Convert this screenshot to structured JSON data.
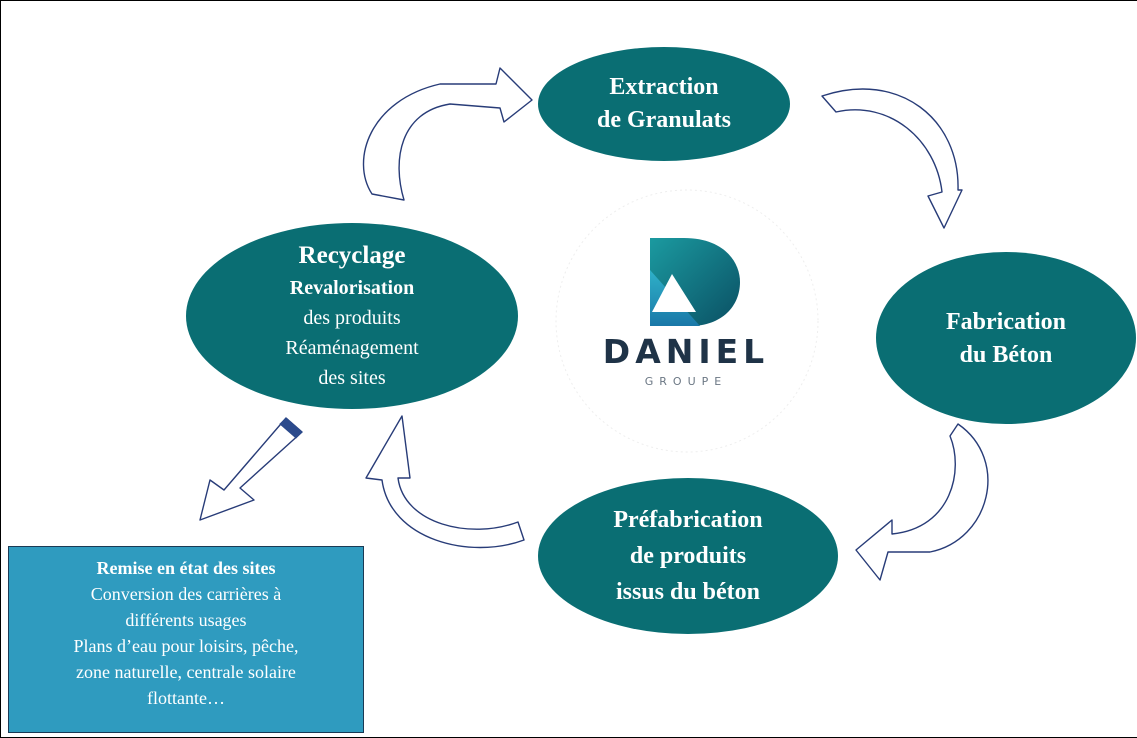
{
  "colors": {
    "ellipse_fill": "#0a6e73",
    "box_fill": "#2f9bbf",
    "arrow_stroke": "#283c78",
    "logo_dark": "#1f3347",
    "logo_teal": "#1b9aa0"
  },
  "nodes": {
    "extraction": {
      "line1": "Extraction",
      "line2": "de Granulats"
    },
    "fabrication": {
      "line1": "Fabrication",
      "line2": "du Béton"
    },
    "prefab": {
      "line1": "Préfabrication",
      "line2": "de produits",
      "line3": "issus du béton"
    },
    "recyclage": {
      "line1": "Recyclage",
      "line2": "Revalorisation",
      "line3": "des produits",
      "line4": "Réaménagement",
      "line5": "des sites"
    }
  },
  "remise": {
    "title": "Remise en état des sites",
    "line1": "Conversion des carrières à",
    "line2": "différents usages",
    "line3": "Plans d’eau pour loisirs, pêche,",
    "line4": "zone naturelle, centrale solaire",
    "line5": "flottante…"
  },
  "logo": {
    "word": "DANIEL",
    "sub": "GROUPE"
  },
  "icons": [
    "cycle-arrow-icon",
    "down-left-arrow-icon",
    "daniel-logo-icon"
  ]
}
